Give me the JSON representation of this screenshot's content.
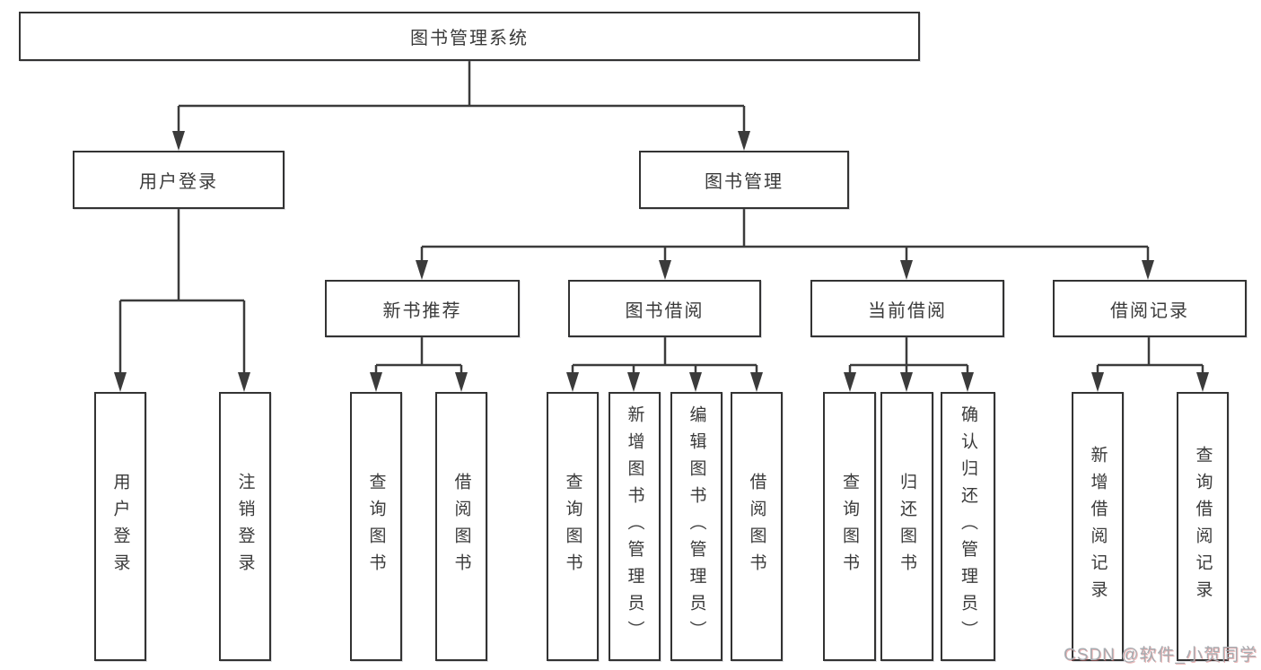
{
  "diagram": {
    "title_node": {
      "label": "图书管理系统"
    },
    "level2": [
      {
        "label": "用户登录"
      },
      {
        "label": "图书管理"
      }
    ],
    "level3": [
      {
        "label": "新书推荐"
      },
      {
        "label": "图书借阅"
      },
      {
        "label": "当前借阅"
      },
      {
        "label": "借阅记录"
      }
    ],
    "leaves": [
      {
        "label": "用户登录",
        "parent": "用户登录"
      },
      {
        "label": "注销登录",
        "parent": "用户登录"
      },
      {
        "label": "查询图书",
        "parent": "新书推荐"
      },
      {
        "label": "借阅图书",
        "parent": "新书推荐"
      },
      {
        "label": "查询图书",
        "parent": "图书借阅"
      },
      {
        "label": "新增图书（管理员）",
        "parent": "图书借阅"
      },
      {
        "label": "编辑图书（管理员）",
        "parent": "图书借阅"
      },
      {
        "label": "借阅图书",
        "parent": "图书借阅"
      },
      {
        "label": "查询图书",
        "parent": "当前借阅"
      },
      {
        "label": "归还图书",
        "parent": "当前借阅"
      },
      {
        "label": "确认归还（管理员）",
        "parent": "当前借阅"
      },
      {
        "label": "新增借阅记录",
        "parent": "借阅记录"
      },
      {
        "label": "查询借阅记录",
        "parent": "借阅记录"
      }
    ],
    "colors": {
      "line": "#3b3b3b",
      "border": "#333333",
      "text": "#3a3a3a",
      "background": "#ffffff",
      "watermark": "#a6abb0"
    }
  },
  "watermark": {
    "text": "CSDN @软件_小贺同学"
  }
}
